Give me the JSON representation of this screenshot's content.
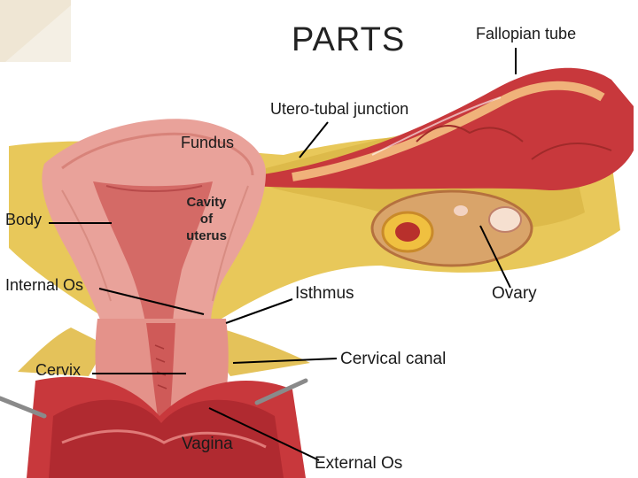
{
  "slide": {
    "title": "PARTS"
  },
  "labels": {
    "fallopian_tube": "Fallopian tube",
    "utero_tubal_junction": "Utero-tubal junction",
    "fundus": "Fundus",
    "cavity_line1": "Cavity",
    "cavity_line2": "of",
    "cavity_line3": "uterus",
    "body": "Body",
    "internal_os": "Internal Os",
    "isthmus": "Isthmus",
    "ovary": "Ovary",
    "cervical_canal": "Cervical canal",
    "cervix": "Cervix",
    "vagina": "Vagina",
    "external_os": "External Os"
  },
  "colors": {
    "tissue_red": "#c8383c",
    "tissue_pink": "#e9a29a",
    "ligament_yellow": "#e8c85a",
    "ovary_tan": "#d9a46a"
  }
}
